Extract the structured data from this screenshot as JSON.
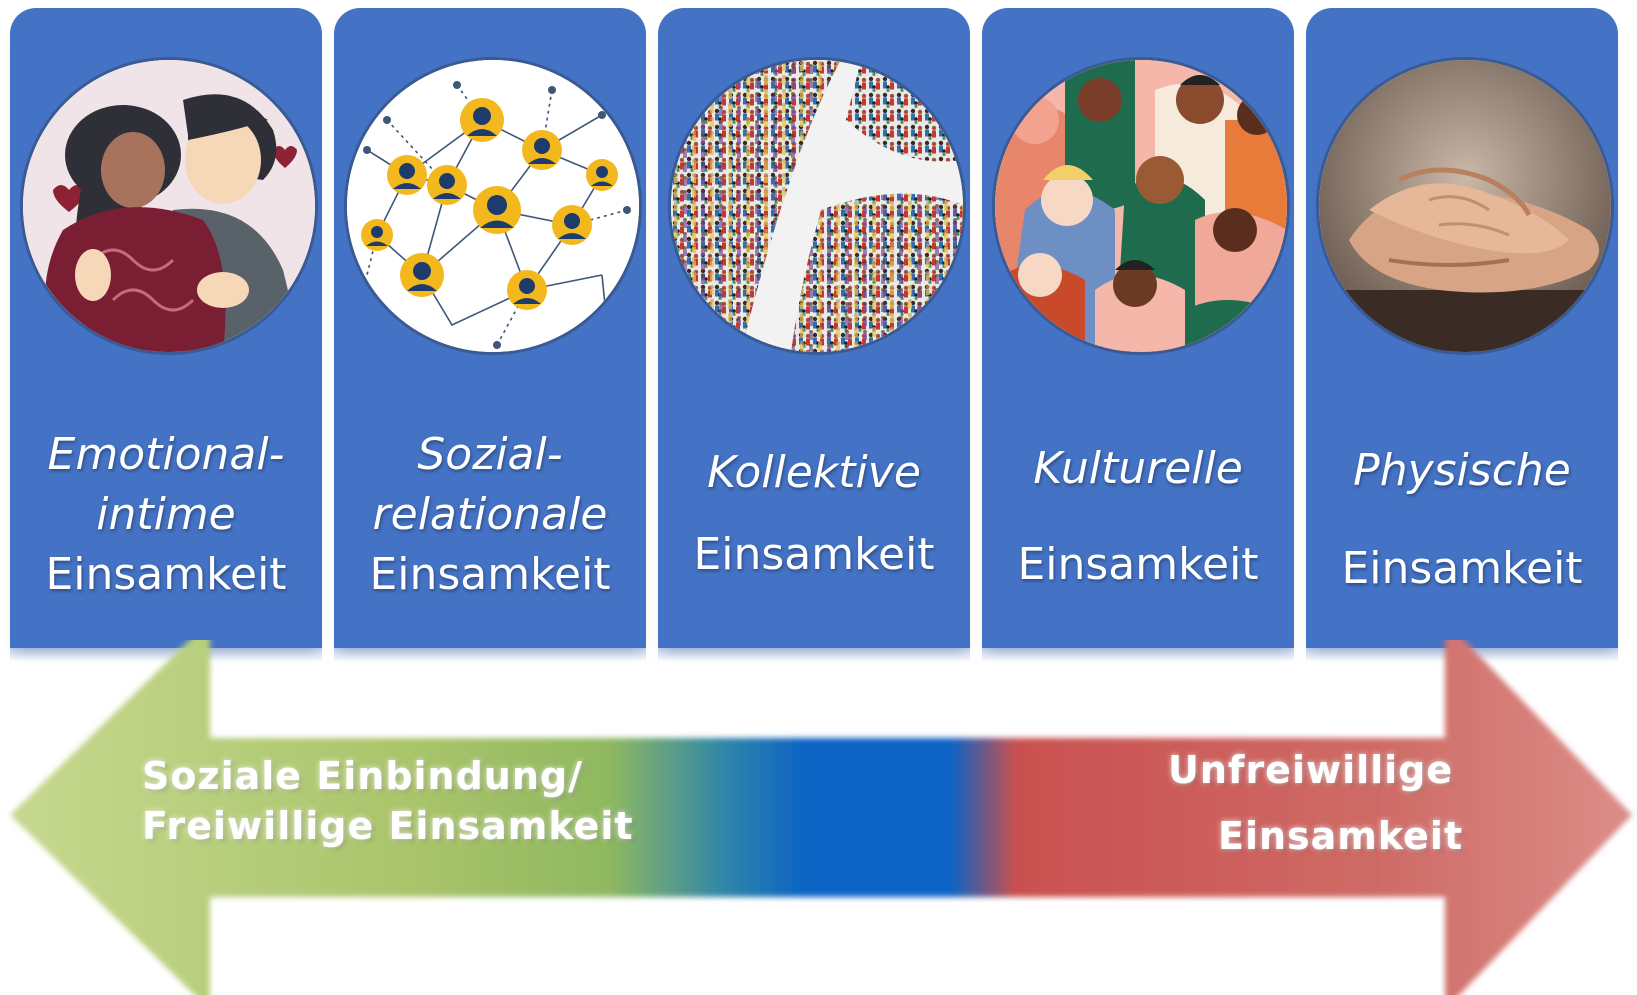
{
  "columns": [
    {
      "line1": "Emotional-",
      "line2": "intime",
      "line3": "Einsamkeit",
      "image": "embracing-couple-illustration"
    },
    {
      "line1": "Sozial-",
      "line2": "relationale",
      "line3": "Einsamkeit",
      "image": "social-network-illustration"
    },
    {
      "line1": "Kollektive",
      "line3": "Einsamkeit",
      "image": "crowd-illustration"
    },
    {
      "line1": "Kulturelle",
      "line3": "Einsamkeit",
      "image": "diverse-people-illustration"
    },
    {
      "line1": "Physische",
      "line3": "Einsamkeit",
      "image": "holding-hands-photo"
    }
  ],
  "arrow": {
    "left_text_1": "Soziale Einbindung/",
    "left_text_2": "Freiwillige Einsamkeit",
    "right_text_1": "Unfreiwillige",
    "right_text_2": "Einsamkeit",
    "colors": {
      "green": "#a9c46a",
      "blue": "#0c63c4",
      "red": "#c85a55",
      "column_blue": "#4472c4"
    }
  }
}
